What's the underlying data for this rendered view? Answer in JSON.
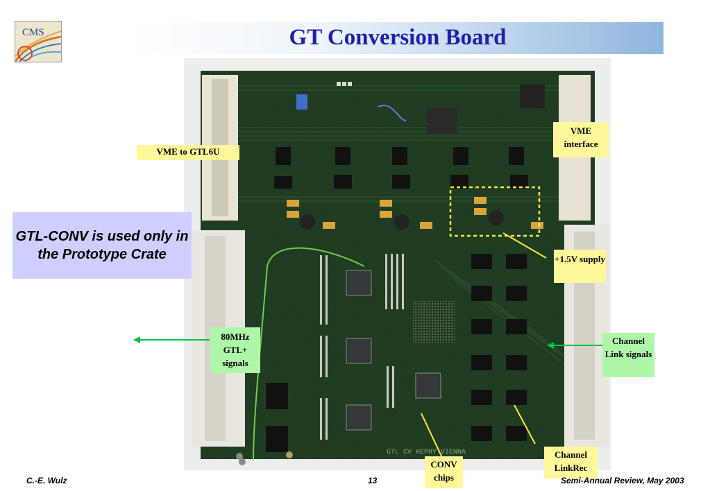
{
  "slide": {
    "title": "GT Conversion Board",
    "logo_text": "CMS",
    "note": "GTL-CONV is used only in the Prototype Crate",
    "footer_left": "C.-E. Wulz",
    "footer_center": "13",
    "footer_right": "Semi-Annual Review, May 2003"
  },
  "labels": {
    "vme_to_gtl": "VME to GTL6U",
    "vme_interface": "VME interface",
    "supply": "+1.5V supply",
    "gtl_signals": "80MHz GTL+ signals",
    "channel_link": "Channel Link signals",
    "linkrec": "Channel LinkRec",
    "conv_chips": "CONV chips"
  },
  "board_silkscreen": "GTL CV HEPHY VIENNA",
  "colors": {
    "title": "#1f1fa8",
    "label_yellow": "#fff79a",
    "label_green": "#aef7a8",
    "note_bg": "#cfcfff",
    "pcb": "#1f3b22",
    "arrow_green": "#00c040"
  }
}
